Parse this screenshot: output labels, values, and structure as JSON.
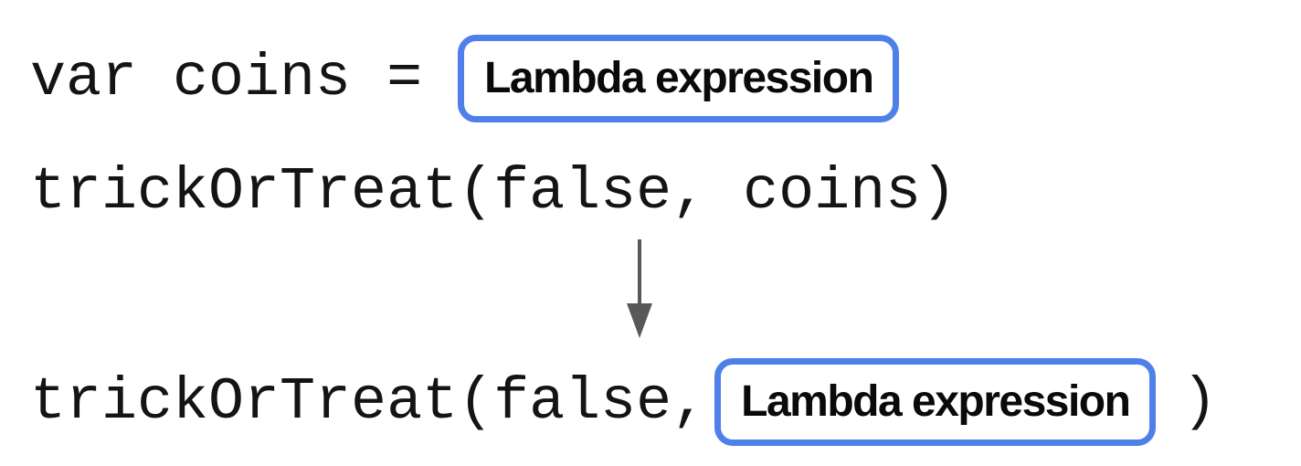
{
  "diagram": {
    "assignment_line": {
      "code": "var coins = ",
      "box_label": "Lambda expression"
    },
    "call_with_variable_line": {
      "code": "trickOrTreat(false, coins)"
    },
    "call_with_lambda_line": {
      "code_before": "trickOrTreat(false,",
      "box_label": "Lambda expression",
      "code_after": ")"
    },
    "arrow_icon": "down-arrow"
  },
  "colors": {
    "background": "#ffffff",
    "code_text": "#141414",
    "label_text": "#0a0a0a",
    "box_border": "#4f80ea",
    "arrow": "#58585a"
  }
}
